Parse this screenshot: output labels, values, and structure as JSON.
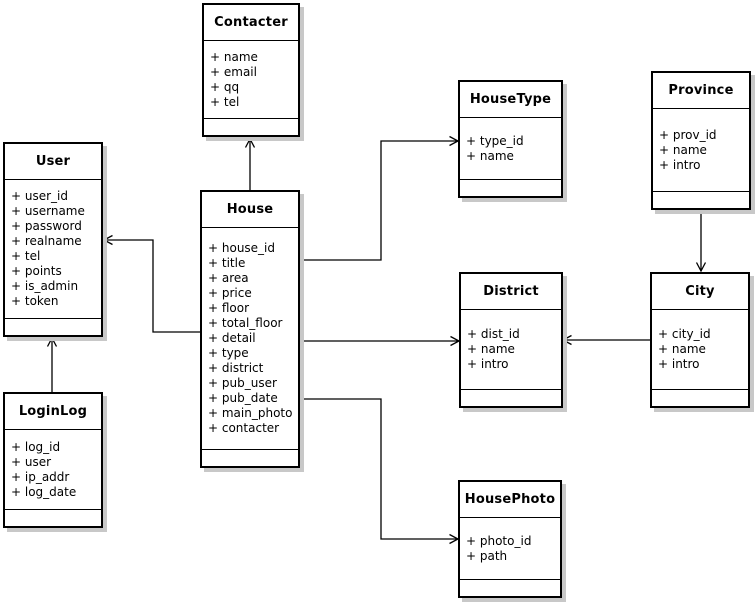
{
  "diagram": {
    "type": "uml-class-diagram",
    "background_color": "#ffffff",
    "box_fill_color": "#ffffff",
    "border_color": "#000000",
    "shadow_color": "#c8c8c8",
    "text_color": "#000000",
    "entities": [
      {
        "name": "Contacter",
        "attributes": [
          "+ name",
          "+ email",
          "+ qq",
          "+ tel"
        ]
      },
      {
        "name": "User",
        "attributes": [
          "+ user_id",
          "+ username",
          "+ password",
          "+ realname",
          "+ tel",
          "+ points",
          "+ is_admin",
          "+ token"
        ]
      },
      {
        "name": "House",
        "attributes": [
          "+ house_id",
          "+ title",
          "+ area",
          "+ price",
          "+ floor",
          "+ total_floor",
          "+ detail",
          "+ type",
          "+ district",
          "+ pub_user",
          "+ pub_date",
          "+ main_photo",
          "+ contacter"
        ]
      },
      {
        "name": "HouseType",
        "attributes": [
          "+ type_id",
          "+ name"
        ]
      },
      {
        "name": "Province",
        "attributes": [
          "+ prov_id",
          "+ name",
          "+ intro"
        ]
      },
      {
        "name": "District",
        "attributes": [
          "+ dist_id",
          "+ name",
          "+ intro"
        ]
      },
      {
        "name": "City",
        "attributes": [
          "+ city_id",
          "+ name",
          "+ intro"
        ]
      },
      {
        "name": "LoginLog",
        "attributes": [
          "+ log_id",
          "+ user",
          "+ ip_addr",
          "+ log_date"
        ]
      },
      {
        "name": "HousePhoto",
        "attributes": [
          "+ photo_id",
          "+ path"
        ]
      }
    ],
    "relations": [
      {
        "from": "House",
        "to": "Contacter",
        "arrow": "open"
      },
      {
        "from": "House",
        "to": "User",
        "arrow": "open"
      },
      {
        "from": "LoginLog",
        "to": "User",
        "arrow": "open"
      },
      {
        "from": "House",
        "to": "HouseType",
        "arrow": "open"
      },
      {
        "from": "House",
        "to": "District",
        "arrow": "open"
      },
      {
        "from": "House",
        "to": "HousePhoto",
        "arrow": "open"
      },
      {
        "from": "Province",
        "to": "City",
        "arrow": "open"
      },
      {
        "from": "City",
        "to": "District",
        "arrow": "open"
      }
    ]
  }
}
